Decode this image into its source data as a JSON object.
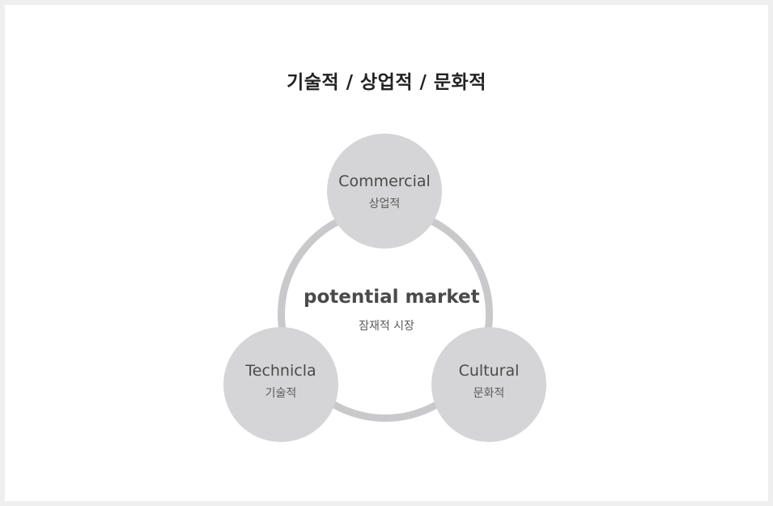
{
  "title": "기술적 / 상업적 / 문화적",
  "center": {
    "label": "potential market",
    "sublabel": "잠재적 시장"
  },
  "nodes": {
    "commercial": {
      "label": "Commercial",
      "sublabel": "상업적"
    },
    "technical": {
      "label": "Technicla",
      "sublabel": "기술적"
    },
    "cultural": {
      "label": "Cultural",
      "sublabel": "문화적"
    }
  },
  "colors": {
    "page_border": "#efefef",
    "background": "#ffffff",
    "ring": "#c9c9cb",
    "node_fill": "#d5d5d7",
    "title_text": "#222222",
    "label_text": "#4a4a4a"
  }
}
